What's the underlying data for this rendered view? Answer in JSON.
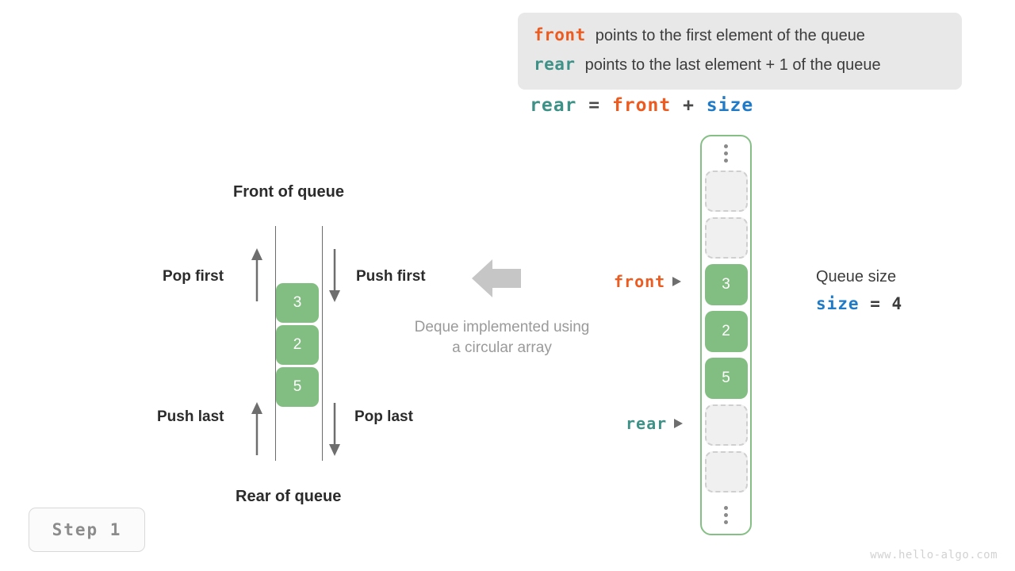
{
  "legend": {
    "lines": [
      {
        "keyword": "front",
        "keyword_color": "#ec5b20",
        "text": "points to the first element of the queue"
      },
      {
        "keyword": "rear",
        "keyword_color": "#3e9187",
        "text": "points to the last element + 1 of the queue"
      }
    ]
  },
  "formula": {
    "lhs": "rear",
    "eq": "=",
    "rhs1": "front",
    "plus": "+",
    "rhs2": "size"
  },
  "deque": {
    "title_front": "Front of queue",
    "title_rear": "Rear of queue",
    "caption_line1": "Deque implemented using",
    "caption_line2": "a circular array",
    "operations": [
      {
        "label": "Pop first",
        "direction": "up"
      },
      {
        "label": "Push first",
        "direction": "down"
      },
      {
        "label": "Push last",
        "direction": "up"
      },
      {
        "label": "Pop last",
        "direction": "down"
      }
    ],
    "cells": [
      "3",
      "2",
      "5"
    ]
  },
  "circular_array": {
    "top_ellipsis": "⋮",
    "bottom_ellipsis": "⋮",
    "slots": [
      {
        "value": "",
        "state": "empty"
      },
      {
        "value": "",
        "state": "empty"
      },
      {
        "value": "3",
        "state": "filled"
      },
      {
        "value": "2",
        "state": "filled"
      },
      {
        "value": "5",
        "state": "filled"
      },
      {
        "value": "",
        "state": "empty"
      },
      {
        "value": "",
        "state": "empty"
      }
    ],
    "border_color": "#86bf86",
    "filled_color": "#82be82",
    "empty_color": "#f0f0f0"
  },
  "pointers": {
    "front": {
      "label": "front",
      "color": "#ec5b20"
    },
    "rear": {
      "label": "rear",
      "color": "#3e9187"
    }
  },
  "size_readout": {
    "title": "Queue size",
    "name": "size",
    "eq": "=",
    "value": "4"
  },
  "step_badge": {
    "label": "Step 1"
  },
  "watermark": {
    "text": "www.hello-algo.com"
  }
}
